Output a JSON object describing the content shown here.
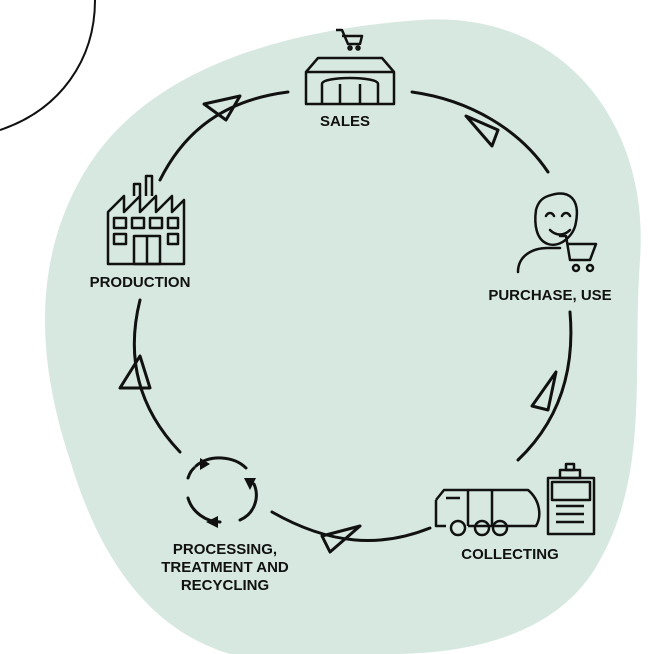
{
  "diagram": {
    "nodes": [
      {
        "id": "sales",
        "label": "SALES",
        "icon": "store-cart-icon"
      },
      {
        "id": "purchase",
        "label": "PURCHASE, USE",
        "icon": "person-cart-icon"
      },
      {
        "id": "collecting",
        "label": "COLLECTING",
        "icon": "garbage-truck-icon"
      },
      {
        "id": "processing",
        "label": "PROCESSING, TREATMENT AND RECYCLING",
        "label_lines": [
          "PROCESSING,",
          "TREATMENT AND",
          "RECYCLING"
        ],
        "icon": "recycle-loop-icon"
      },
      {
        "id": "production",
        "label": "PRODUCTION",
        "icon": "factory-icon"
      }
    ],
    "flow": [
      "sales",
      "purchase",
      "collecting",
      "processing",
      "production",
      "sales"
    ],
    "colors": {
      "background_blob": "#d6e8df",
      "stroke": "#111111",
      "label": "#111111"
    }
  }
}
